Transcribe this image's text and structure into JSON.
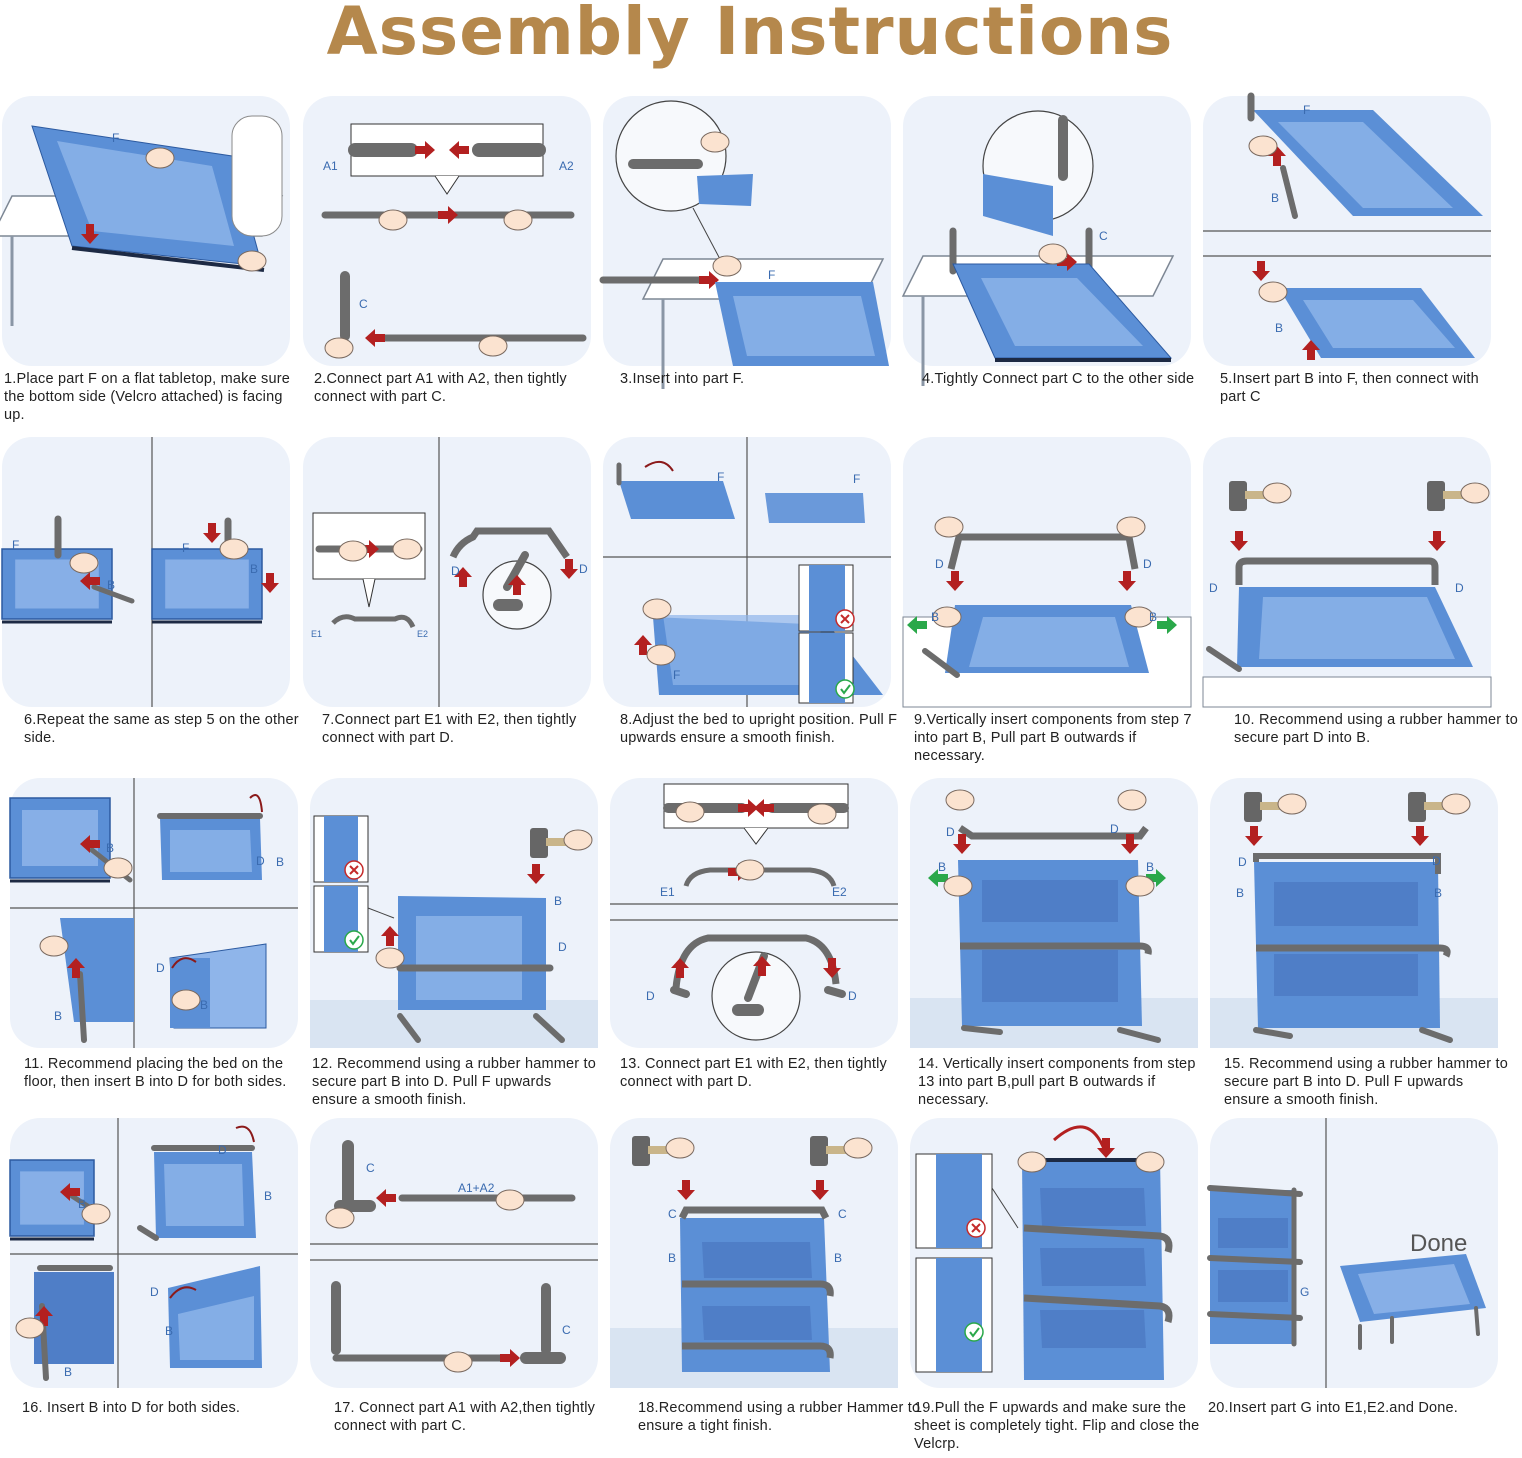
{
  "title": "Assembly Instructions",
  "colors": {
    "title": "#b5884c",
    "panel_bg": "#edf2fa",
    "fabric": "#5b8fd6",
    "fabric_inner": "#8fb5ea",
    "pipe": "#6c6c6c",
    "arrow_red": "#b32020",
    "arrow_green": "#2aa84a",
    "label_blue": "#3a6bb0"
  },
  "steps": [
    {
      "caption": "1.Place part F on a flat tabletop, make sure the bottom side (Velcro attached) is facing up.",
      "labels": [
        "F"
      ]
    },
    {
      "caption": "2.Connect part A1 with A2, then tightly connect with part C.",
      "labels": [
        "A1",
        "A2",
        "C"
      ]
    },
    {
      "caption": "3.Insert into part F.",
      "labels": [
        "F"
      ]
    },
    {
      "caption": "4.Tightly Connect part C to the other side",
      "labels": [
        "C"
      ]
    },
    {
      "caption": "5.Insert part B into F, then connect with part C",
      "labels": [
        "F",
        "B",
        "B"
      ]
    },
    {
      "caption": "6.Repeat the same as step 5 on the other side.",
      "labels": [
        "F",
        "B",
        "F",
        "B"
      ]
    },
    {
      "caption": "7.Connect part E1 with E2, then tightly connect with part D.",
      "labels": [
        "E1",
        "E2",
        "D",
        "D"
      ]
    },
    {
      "caption": "8.Adjust the bed to upright position. Pull F upwards ensure a smooth finish.",
      "labels": [
        "F",
        "F",
        "F"
      ]
    },
    {
      "caption": "9.Vertically insert components from step 7 into part B, Pull part B outwards if necessary.",
      "labels": [
        "D",
        "D",
        "B",
        "B"
      ]
    },
    {
      "caption": "10. Recommend using a rubber hammer to secure part D into B.",
      "labels": [
        "D",
        "D"
      ]
    },
    {
      "caption": "11. Recommend placing the bed on the floor, then insert B into D for both sides.",
      "labels": [
        "B",
        "D",
        "B",
        "D",
        "B",
        "B"
      ]
    },
    {
      "caption": "12. Recommend using a rubber hammer to secure part B into D. Pull F upwards ensure a smooth finish.",
      "labels": [
        "B",
        "D"
      ]
    },
    {
      "caption": "13. Connect part E1 with E2, then tightly connect with part D.",
      "labels": [
        "E1",
        "E2",
        "D",
        "D"
      ]
    },
    {
      "caption": "14. Vertically insert components from step 13 into part B,pull part B outwards if necessary.",
      "labels": [
        "D",
        "D",
        "B",
        "B"
      ]
    },
    {
      "caption": "15. Recommend using a rubber hammer to secure part B into D. Pull F upwards ensure a smooth finish.",
      "labels": [
        "D",
        "D",
        "B",
        "B"
      ]
    },
    {
      "caption": "16. Insert B into D for both sides.",
      "labels": [
        "D",
        "B",
        "B",
        "D",
        "B",
        "B"
      ]
    },
    {
      "caption": "17. Connect part A1 with A2,then tightly connect with part C.",
      "labels": [
        "C",
        "A1+A2",
        "C"
      ]
    },
    {
      "caption": "18.Recommend using a rubber Hammer to ensure a tight finish.",
      "labels": [
        "C",
        "C",
        "B",
        "B"
      ]
    },
    {
      "caption": "19.Pull the F upwards and make sure the sheet is completely tight. Flip and close the Velcrp.",
      "labels": []
    },
    {
      "caption": "20.Insert part G into E1,E2.and Done.",
      "labels": [
        "G",
        "Done"
      ]
    }
  ]
}
